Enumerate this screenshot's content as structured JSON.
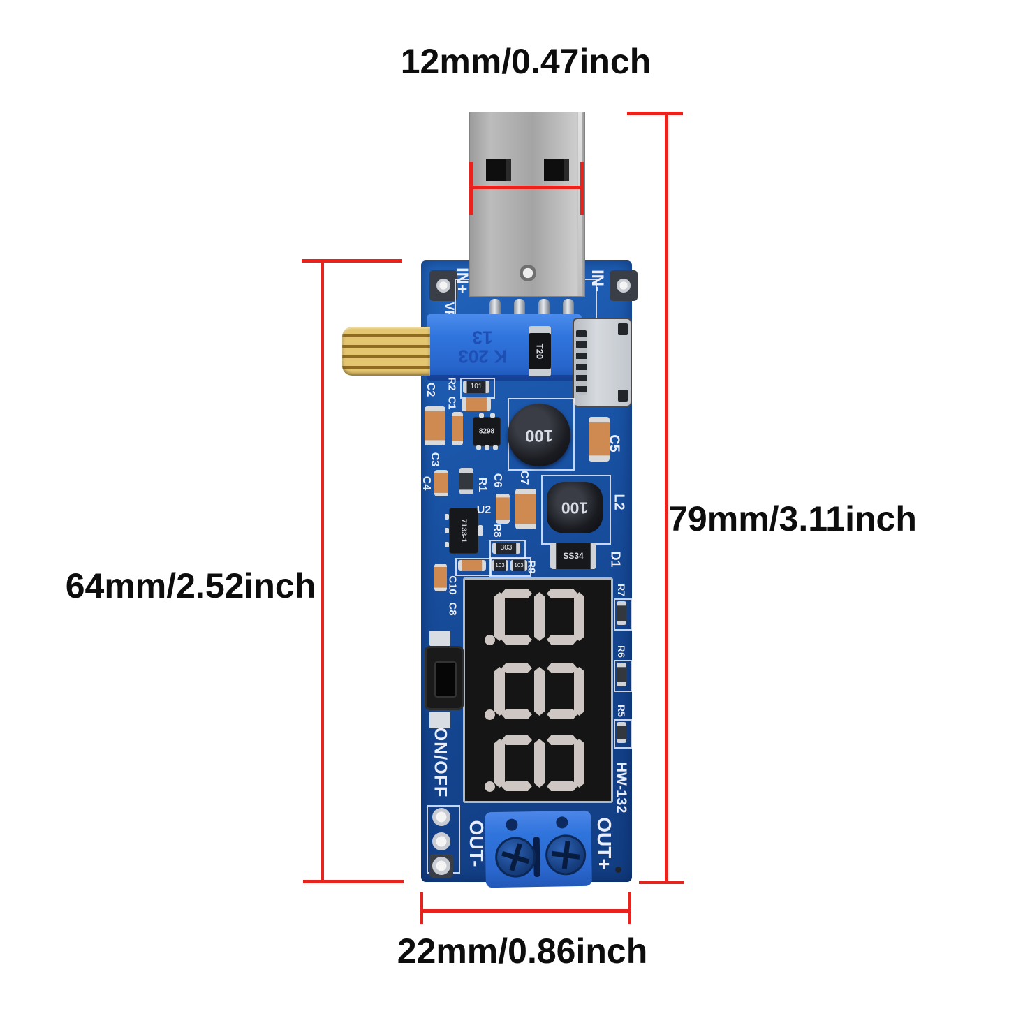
{
  "annotations": {
    "top_label": "12mm/0.47inch",
    "left_label": "64mm/2.52inch",
    "right_label": "79mm/3.11inch",
    "bottom_label": "22mm/0.86inch"
  },
  "board": {
    "labels": {
      "in_plus": "IN+",
      "in_minus": "IN-",
      "vr": "VR",
      "r2": "R2",
      "c1": "C1",
      "c2": "C2",
      "c3": "C3",
      "c4": "C4",
      "c5": "C5",
      "r1": "R1",
      "c6": "C6",
      "c7": "C7",
      "l2": "L2",
      "u2": "U2",
      "r8": "R8",
      "r9": "R9",
      "d1": "D1",
      "c10": "C10",
      "c8": "C8",
      "r7": "R7",
      "r6": "R6",
      "r5": "R5",
      "on_off": "ON/OFF",
      "out_minus": "OUT-",
      "out_plus": "OUT+",
      "model": "HW-132"
    },
    "markings": {
      "pot_top": "13",
      "pot_bottom": "K 203",
      "t20": "T20",
      "ic1": "8298",
      "ic2": "7133-1",
      "inductor_round": "100",
      "inductor_square": "100",
      "r2_value": "101",
      "r8_value": "303",
      "r9_value": "103",
      "diode": "SS34"
    },
    "display": {
      "digits": [
        "8.",
        "8.",
        "8."
      ]
    }
  }
}
